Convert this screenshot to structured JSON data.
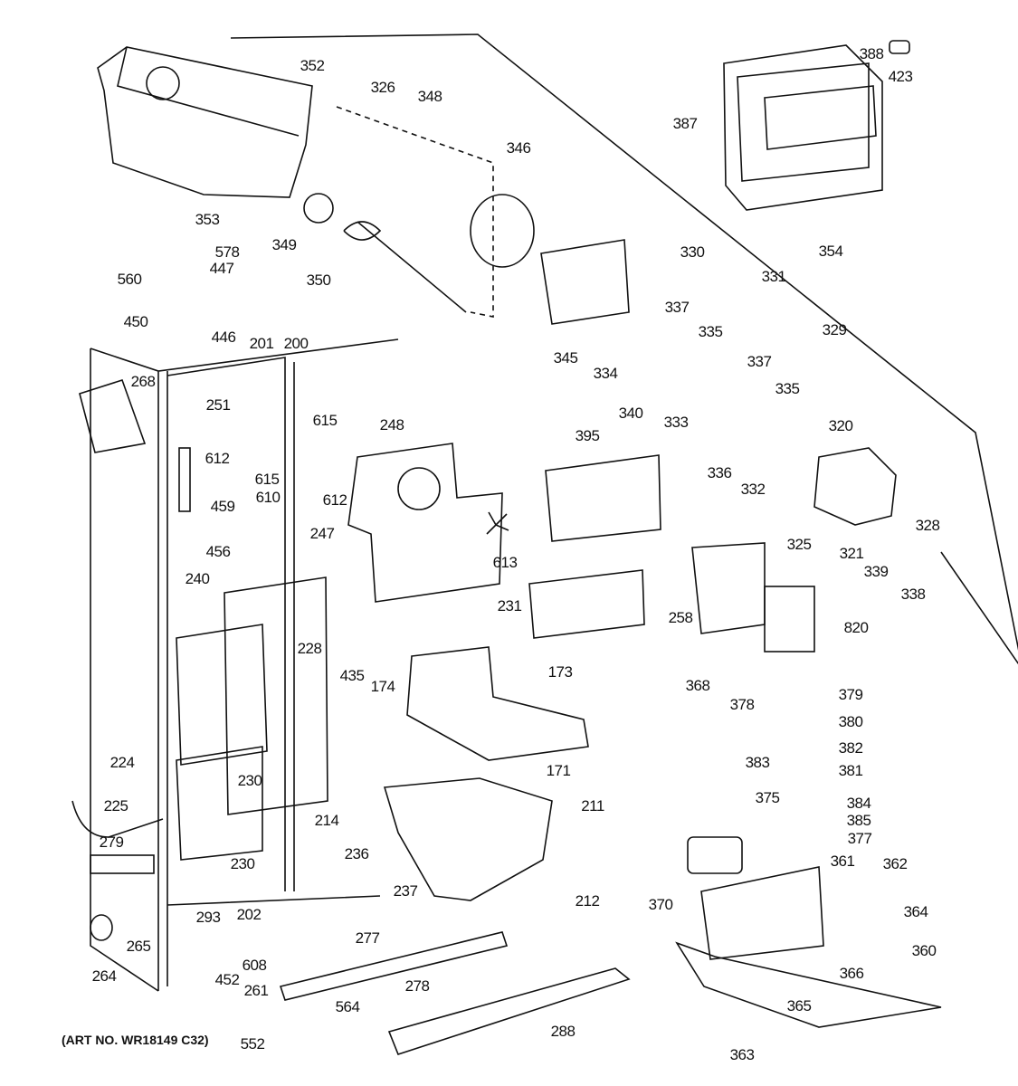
{
  "diagram": {
    "art_number": "(ART NO. WR18149 C32)",
    "part_labels": [
      "352",
      "326",
      "348",
      "346",
      "388",
      "423",
      "387",
      "353",
      "578",
      "447",
      "560",
      "349",
      "350",
      "330",
      "331",
      "354",
      "450",
      "446",
      "201",
      "200",
      "345",
      "334",
      "337",
      "335",
      "329",
      "268",
      "251",
      "340",
      "333",
      "337",
      "335",
      "615",
      "248",
      "395",
      "320",
      "612",
      "615",
      "610",
      "612",
      "336",
      "332",
      "328",
      "459",
      "247",
      "613",
      "325",
      "321",
      "339",
      "338",
      "456",
      "240",
      "231",
      "258",
      "820",
      "228",
      "435",
      "174",
      "173",
      "368",
      "378",
      "379",
      "380",
      "382",
      "381",
      "383",
      "375",
      "384",
      "385",
      "377",
      "224",
      "230",
      "171",
      "225",
      "211",
      "214",
      "279",
      "236",
      "361",
      "362",
      "230",
      "237",
      "212",
      "370",
      "364",
      "202",
      "293",
      "265",
      "277",
      "360",
      "608",
      "264",
      "452",
      "261",
      "278",
      "366",
      "564",
      "365",
      "288",
      "552",
      "363"
    ]
  }
}
